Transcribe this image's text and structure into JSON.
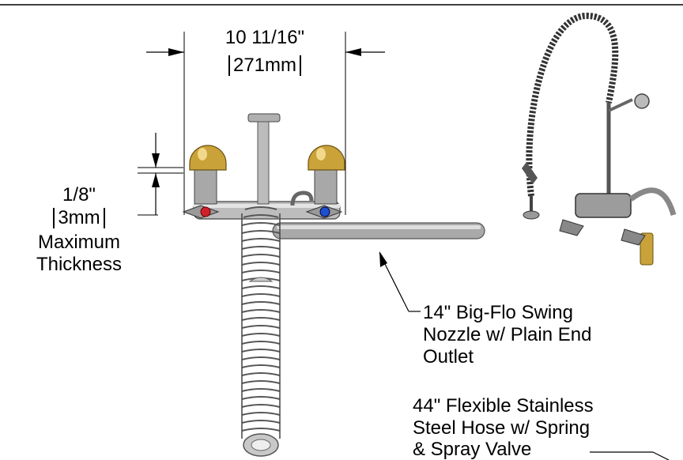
{
  "dimensions": {
    "width_in": "10 11/16\"",
    "width_mm": "271mm",
    "thickness_in": "1/8\"",
    "thickness_mm": "3mm",
    "thickness_caption_1": "Maximum",
    "thickness_caption_2": "Thickness"
  },
  "callouts": {
    "nozzle_1": "14\" Big-Flo Swing",
    "nozzle_2": "Nozzle w/ Plain End",
    "nozzle_3": "Outlet",
    "hose_1": "44\" Flexible Stainless",
    "hose_2": "Steel Hose w/ Spring",
    "hose_3": "& Spray Valve"
  },
  "colors": {
    "line": "#000000",
    "chrome": "#9a9a9a",
    "brass": "#c9a23a",
    "hot": "#d0202a",
    "cold": "#1d4fd0"
  }
}
